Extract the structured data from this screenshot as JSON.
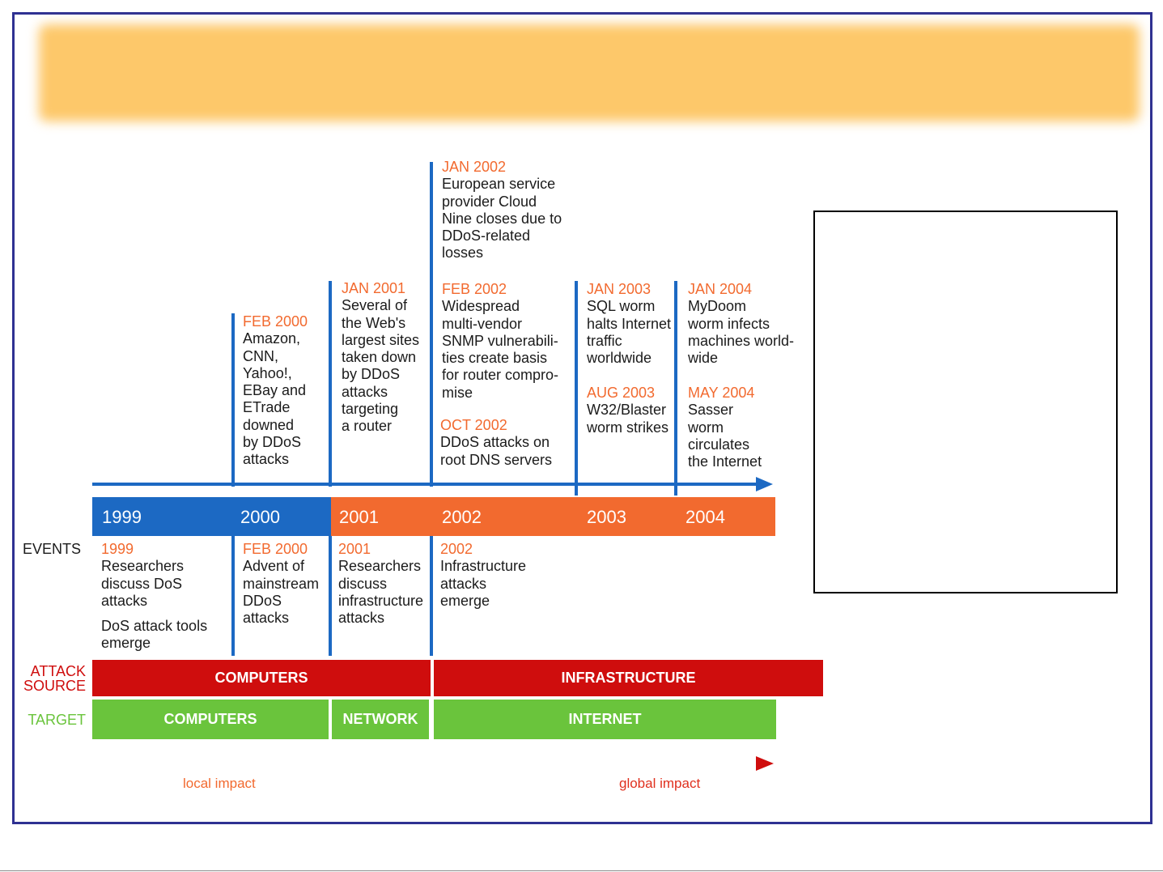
{
  "colors": {
    "frame": "#2f3192",
    "blue": "#1c69c3",
    "orange": "#f26a2f",
    "red": "#cf0d0d",
    "green": "#6ac43c",
    "banner": "#fdc86a"
  },
  "years": [
    "1999",
    "2000",
    "2001",
    "2002",
    "2003",
    "2004"
  ],
  "top_events": {
    "jan2002": {
      "date": "JAN 2002",
      "text": "European service\nprovider Cloud\nNine closes due to\nDDoS-related\nlosses"
    },
    "feb2000": {
      "date": "FEB 2000",
      "text": "Amazon,\nCNN,\nYahoo!,\nEBay and\nETrade\ndowned\nby DDoS\nattacks"
    },
    "jan2001": {
      "date": "JAN 2001",
      "text": "Several of\nthe Web's\nlargest sites\ntaken down\nby DDoS\nattacks\ntargeting\na router"
    },
    "feb2002": {
      "date": "FEB 2002",
      "text": "Widespread\nmulti-vendor\nSNMP vulnerabili-\nties create basis\nfor router compro-\nmise"
    },
    "oct2002": {
      "date": "OCT 2002",
      "text": "DDoS attacks on\nroot DNS servers"
    },
    "jan2003": {
      "date": "JAN 2003",
      "text": "SQL worm\nhalts Internet\ntraffic\nworldwide"
    },
    "aug2003": {
      "date": "AUG 2003",
      "text": "W32/Blaster\nworm strikes"
    },
    "jan2004": {
      "date": "JAN 2004",
      "text": "MyDoom\nworm infects\nmachines world-\nwide"
    },
    "may2004": {
      "date": "MAY 2004",
      "text": "Sasser\nworm\ncirculates\nthe Internet"
    }
  },
  "bottom_events": {
    "y1999": {
      "date": "1999",
      "text": "Researchers\ndiscuss DoS\nattacks",
      "text2": "DoS attack tools\nemerge"
    },
    "feb2000": {
      "date": "FEB 2000",
      "text": "Advent of\nmainstream\nDDoS\nattacks"
    },
    "y2001": {
      "date": "2001",
      "text": "Researchers\ndiscuss\ninfrastructure\nattacks"
    },
    "y2002": {
      "date": "2002",
      "text": "Infrastructure\nattacks\nemerge"
    }
  },
  "rows": {
    "events_label": "EVENTS",
    "attack_source_label": "ATTACK\nSOURCE",
    "target_label": "TARGET"
  },
  "attack_source": {
    "a": "COMPUTERS",
    "b": "INFRASTRUCTURE"
  },
  "target": {
    "a": "COMPUTERS",
    "b": "NETWORK",
    "c": "INTERNET"
  },
  "impact": {
    "local": "local impact",
    "global": "global impact"
  }
}
